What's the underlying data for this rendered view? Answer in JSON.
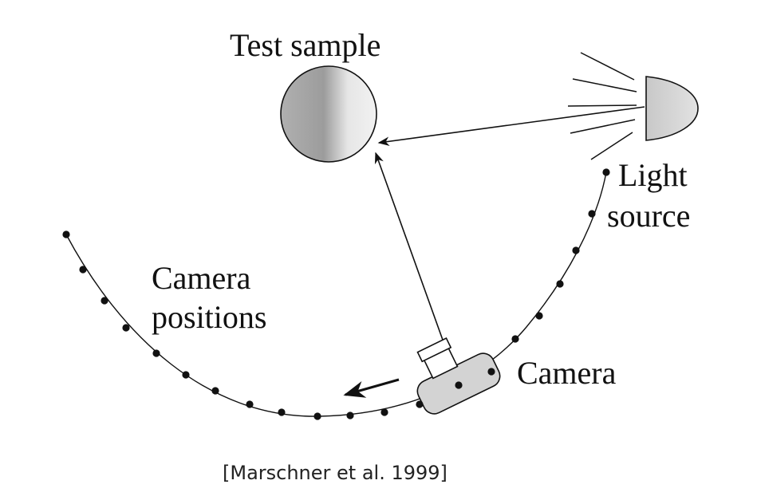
{
  "labels": {
    "test_sample": "Test sample",
    "light_line1": "Light",
    "light_line2": "source",
    "camera_positions_line1": "Camera",
    "camera_positions_line2": "positions",
    "camera": "Camera"
  },
  "caption": "[Marschner et al. 1999]",
  "colors": {
    "ink": "#111111",
    "sample_light": "#efefef",
    "sample_dark": "#9a9a9a",
    "lamp_fill": "#d0d0d0",
    "camera_fill": "#d3d3d3"
  },
  "icons": {
    "test_sample": "sphere-icon",
    "light_source": "lamp-icon",
    "camera": "camera-icon",
    "motion_arrow": "arrow-left-icon"
  }
}
